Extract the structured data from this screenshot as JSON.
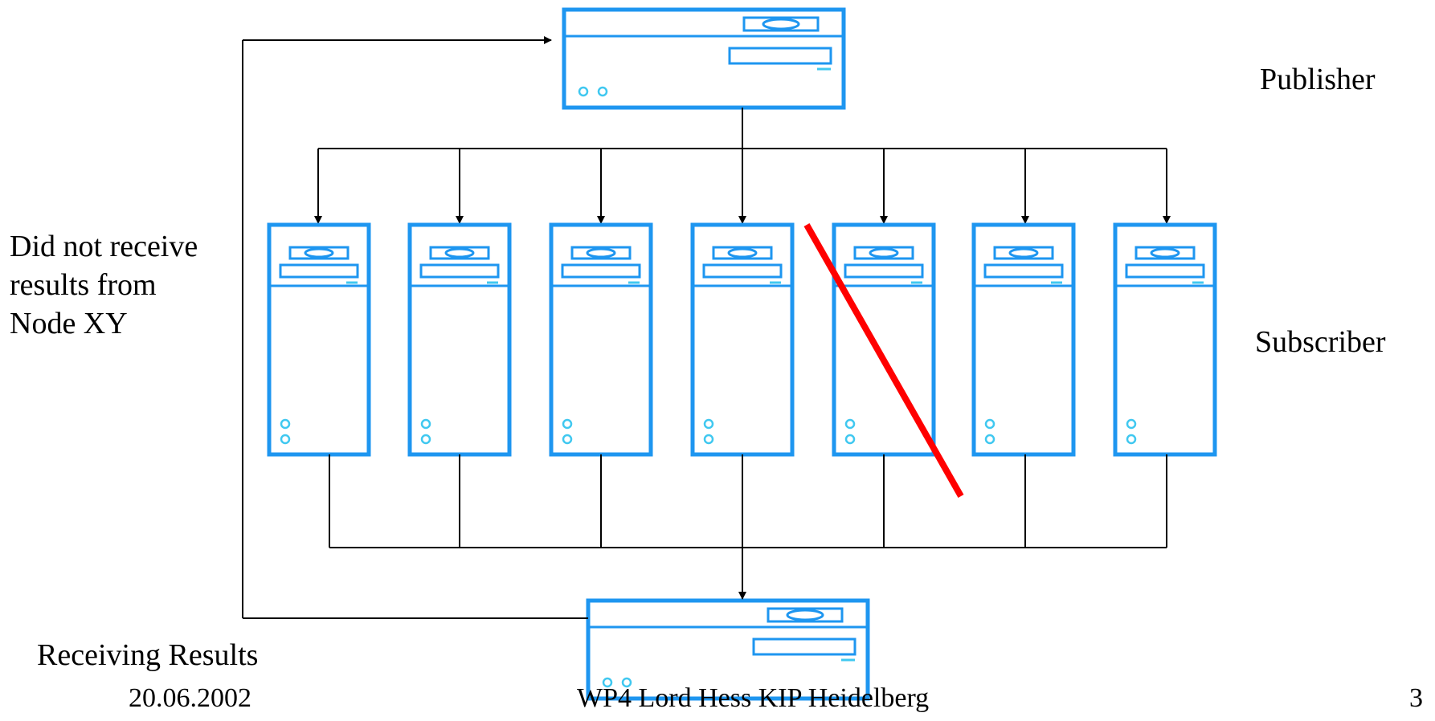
{
  "labels": {
    "publisher": "Publisher",
    "subscriber": "Subscriber",
    "no_results_line1": "Did not receive",
    "no_results_line2": "results from",
    "no_results_line3": " Node XY",
    "receiving": "Receiving Results"
  },
  "footer": {
    "date": "20.06.2002",
    "center": "WP4 Lord Hess KIP Heidelberg",
    "page": "3"
  },
  "nodes": {
    "subscriber_count": 7,
    "failed_index": 4
  },
  "colors": {
    "device": "#1e96f0",
    "led": "#40c8f0",
    "failure_mark": "#ff0000",
    "connector": "#000000"
  }
}
